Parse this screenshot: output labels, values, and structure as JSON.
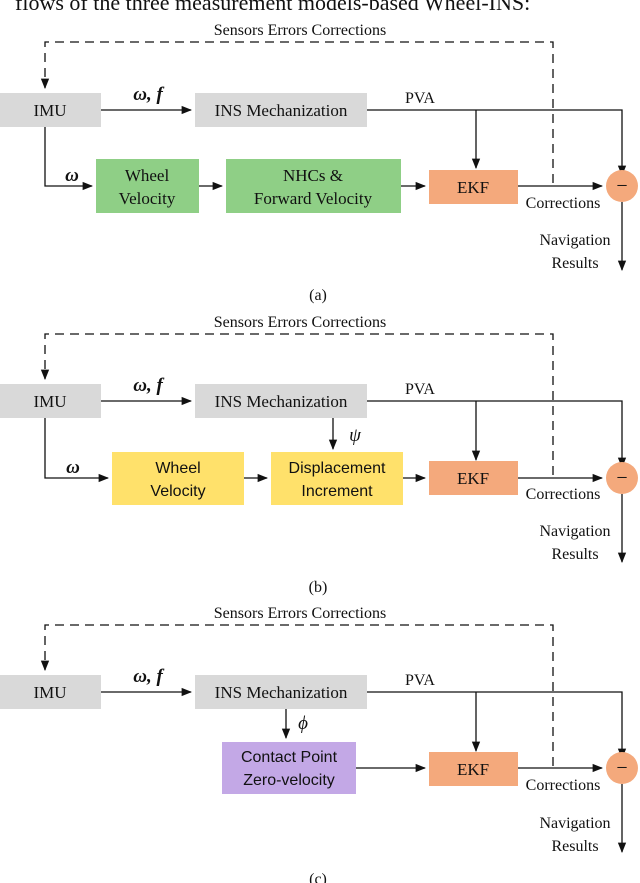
{
  "caption_top": "flows of the three measurement models-based Wheel-INS:",
  "colors": {
    "imu": "#d9d9d9",
    "ins": "#d9d9d9",
    "green": "#8fcf86",
    "yellow": "#ffe16b",
    "purple": "#c3a8e6",
    "ekf": "#f4a97c",
    "minus": "#f4a97c",
    "line": "#111111"
  },
  "diagrams": [
    {
      "id": "a",
      "sensor_corrections": "Sensors Errors Corrections",
      "imu": "IMU",
      "imu_out_label": "ω, f",
      "ins": "INS Mechanization",
      "pva": "PVA",
      "omega": "ω",
      "box1": [
        "Wheel",
        "Velocity"
      ],
      "box2": [
        "NHCs &",
        "Forward Velocity"
      ],
      "ekf": "EKF",
      "corrections": "Corrections",
      "minus": "−",
      "nav": [
        "Navigation",
        "Results"
      ],
      "caption": "(a)"
    },
    {
      "id": "b",
      "sensor_corrections": "Sensors Errors Corrections",
      "imu": "IMU",
      "imu_out_label": "ω, f",
      "ins": "INS Mechanization",
      "pva": "PVA",
      "omega": "ω",
      "psi": "ψ",
      "box1": [
        "Wheel",
        "Velocity"
      ],
      "box2": [
        "Displacement",
        "Increment"
      ],
      "ekf": "EKF",
      "corrections": "Corrections",
      "minus": "−",
      "nav": [
        "Navigation",
        "Results"
      ],
      "caption": "(b)"
    },
    {
      "id": "c",
      "sensor_corrections": "Sensors Errors Corrections",
      "imu": "IMU",
      "imu_out_label": "ω, f",
      "ins": "INS Mechanization",
      "pva": "PVA",
      "phi": "ϕ",
      "box1": [
        "Contact Point",
        "Zero-velocity"
      ],
      "ekf": "EKF",
      "corrections": "Corrections",
      "minus": "−",
      "nav": [
        "Navigation",
        "Results"
      ],
      "caption": "(c)"
    }
  ]
}
